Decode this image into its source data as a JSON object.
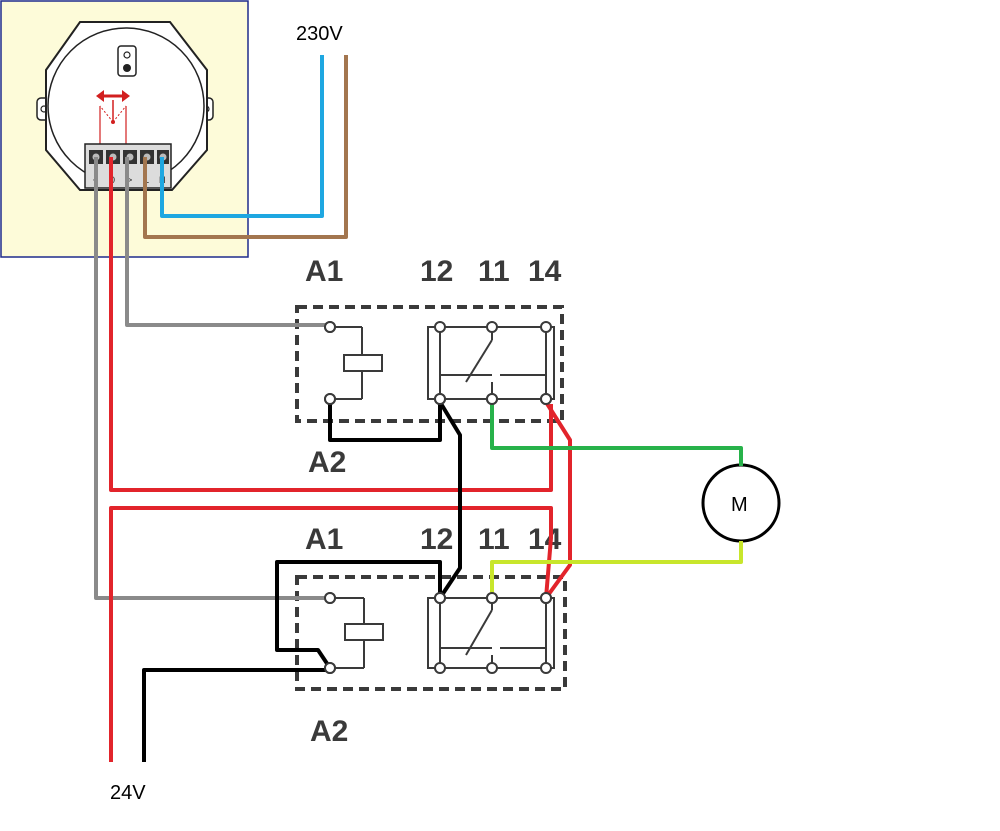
{
  "colors": {
    "background": "#ffffff",
    "switch_panel_bg": "#fdfbd9",
    "switch_panel_border": "#1e2b8c",
    "wire_blue": "#1ea7e1",
    "wire_brown": "#a3764f",
    "wire_gray": "#8a8a8a",
    "wire_red": "#e2242b",
    "wire_black": "#000000",
    "wire_green": "#27b24a",
    "wire_lime": "#c8e62b",
    "relay_outline": "#3a3a3a",
    "switch_arrow": "#d21f1f"
  },
  "supply": {
    "mains_label": "230V",
    "low_voltage_label": "24V"
  },
  "switch": {
    "icon": "rocker-switch-icon",
    "terminal_labels": [
      "<",
      "0",
      ">",
      "L",
      "N"
    ]
  },
  "relay_top": {
    "coil_label_top": "A1",
    "coil_label_bottom": "A2",
    "contact_labels": [
      "12",
      "11",
      "14"
    ]
  },
  "relay_bottom": {
    "coil_label_top": "A1",
    "coil_label_bottom": "A2",
    "contact_labels": [
      "12",
      "11",
      "14"
    ]
  },
  "motor": {
    "label": "M"
  }
}
